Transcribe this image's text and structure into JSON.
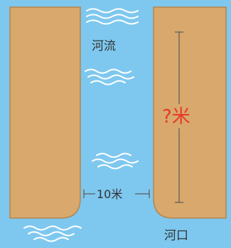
{
  "labels": {
    "river": "河流",
    "river_mouth": "河口",
    "river_width": "10米",
    "unknown_length": "?米"
  },
  "colors": {
    "bank": "#d8a86c",
    "bank_outline": "#b3864e",
    "water": "#7ec8ef",
    "wave": "#ffffff",
    "dimension_line": "#5a5a5a",
    "unknown_text": "#e8392a",
    "label_text": "#333333"
  }
}
